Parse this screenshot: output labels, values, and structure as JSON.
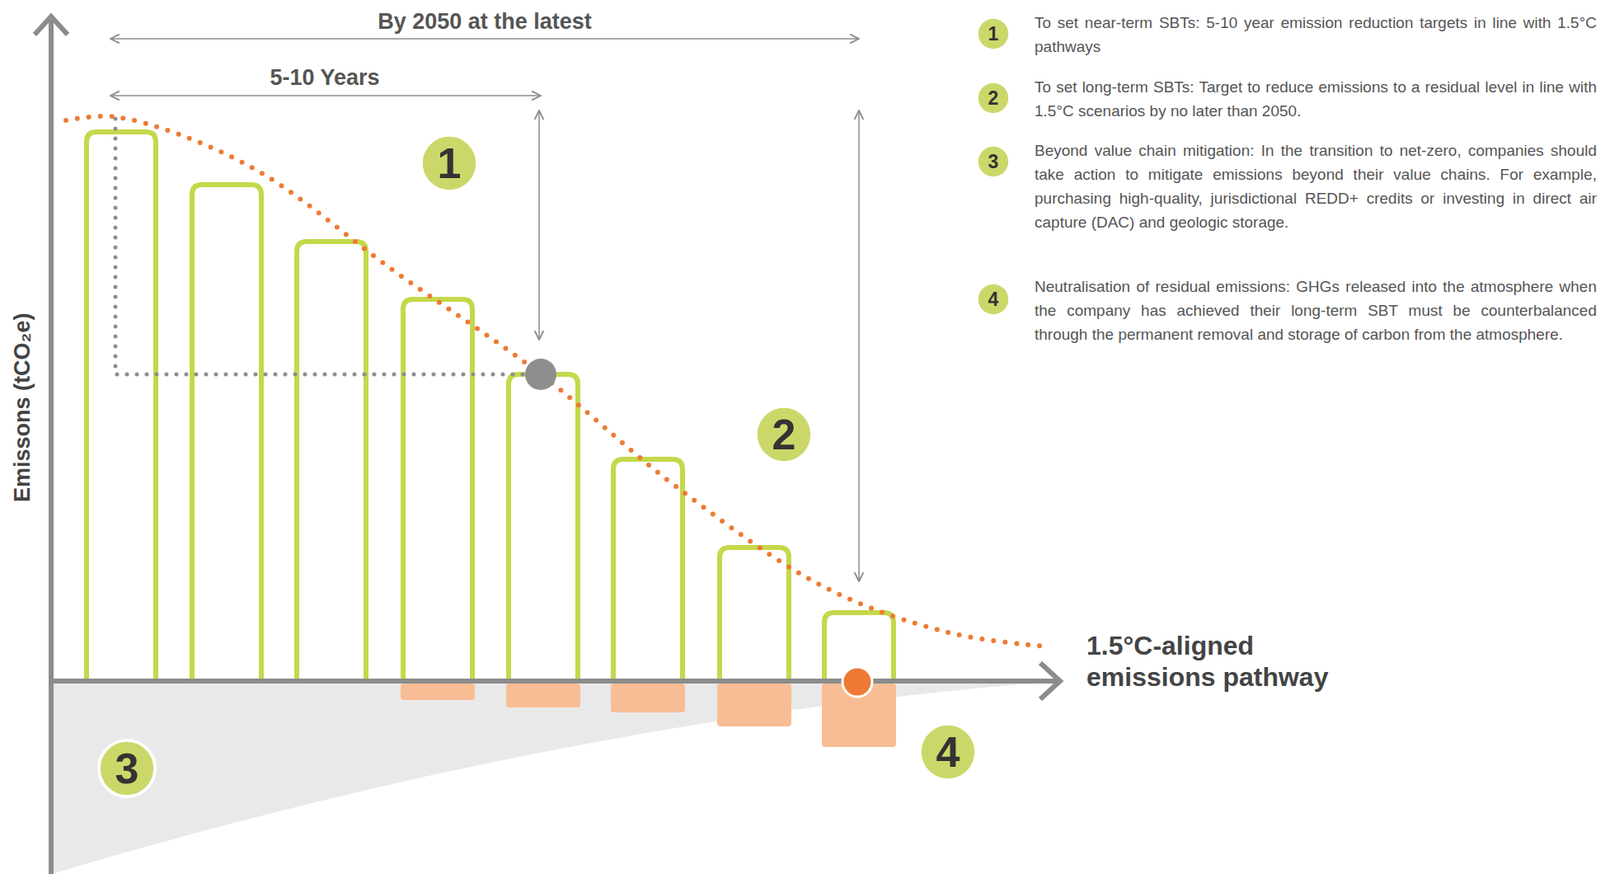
{
  "diagram": {
    "nodes": [
      {
        "text": [
          "1"
        ]
      },
      {
        "text": [
          "2"
        ]
      },
      {
        "text": [
          "3"
        ]
      },
      {
        "text": [
          "4"
        ]
      },
      {
        "text": [
          "1"
        ]
      },
      {
        "text": [
          "2"
        ]
      },
      {
        "text": [
          "3"
        ]
      },
      {
        "text": [
          "4"
        ]
      }
    ],
    "labels": [
      "By 2050 at the latest",
      "5-10 Years",
      "Emissons (tCO₂e)",
      "1.5°C-aligned emissions pathway",
      "To set near-term SBTs: 5-10 year emission reduction targets in line with 1.5°C pathways",
      "To set long-term SBTs: Target to reduce emissions to a residual level in line with 1.5°C scenarios by no later than 2050.",
      "Beyond value chain mitigation: In the transition to net-zero, companies should take action to mitigate emissions beyond their value chains. For example, purchasing high-quality, jurisdictional REDD+ credits or investing in direct air capture (DAC) and geologic storage.",
      "Neutralisation of residual emissions: GHGs released into the atmosphere when the company has achieved their long-term SBT must be counterbalanced through the permanent removal and storage of carbon from the atmosphere."
    ]
  }
}
